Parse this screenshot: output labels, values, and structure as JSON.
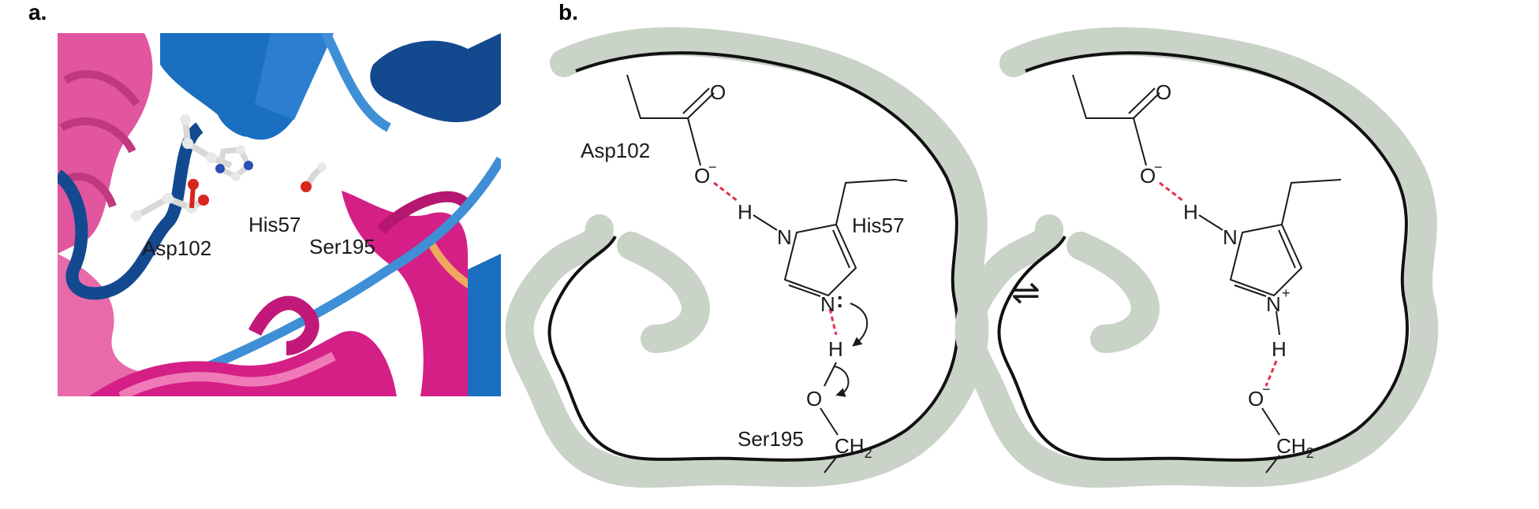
{
  "figure": {
    "panel_a_label": "a.",
    "panel_b_label": "b."
  },
  "panel_a": {
    "residue_labels": {
      "asp": "Asp102",
      "his": "His57",
      "ser": "Ser195"
    },
    "colors": {
      "helix_pink": "#e2559f",
      "strand_magenta": "#d41f86",
      "sheet_blue": "#1a6fc0",
      "dark_blue": "#13498f",
      "light_blue": "#3f8fd6",
      "orange": "#f0a860",
      "carbon": "#d8d8d8",
      "oxygen": "#d9261c",
      "nitrogen": "#2a4fb5"
    }
  },
  "panel_b": {
    "left_state": {
      "asp_label": "Asp102",
      "his_label": "His57",
      "ser_label": "Ser195",
      "atom_O_carbonyl": "O",
      "atom_O_carboxylate": "O",
      "charge_minus": "−",
      "atom_H_his": "H",
      "atom_N1": "N",
      "atom_N2": "N",
      "lone_pair": ":",
      "atom_H_ser": "H",
      "atom_O_ser": "O",
      "ch2_main": "CH",
      "ch2_sub": "2"
    },
    "equilibrium_symbol": "⇌",
    "right_state": {
      "atom_O_carbonyl": "O",
      "atom_O_carboxylate": "O",
      "charge_minus_asp": "−",
      "atom_H_his": "H",
      "atom_N1": "N",
      "atom_N2": "N",
      "charge_plus": "+",
      "atom_H_n": "H",
      "atom_O_ser": "O",
      "charge_minus_ser": "−",
      "ch2_main": "CH",
      "ch2_sub": "2"
    },
    "colors": {
      "pocket_shadow": "#c9d3c7",
      "pocket_outline": "#111111",
      "hbond": "#e2334f",
      "bond": "#1a1a1a"
    }
  }
}
